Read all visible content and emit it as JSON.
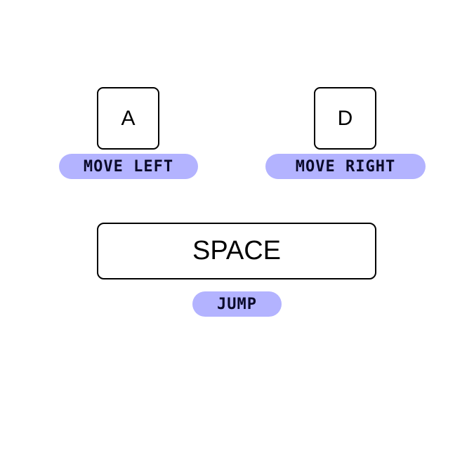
{
  "colors": {
    "label_bg": "#b3b3ff",
    "key_border": "#000000",
    "key_bg": "#ffffff",
    "text": "#000000"
  },
  "controls": [
    {
      "key": "A",
      "action": "MOVE LEFT"
    },
    {
      "key": "D",
      "action": "MOVE RIGHT"
    },
    {
      "key": "SPACE",
      "action": "JUMP"
    }
  ]
}
